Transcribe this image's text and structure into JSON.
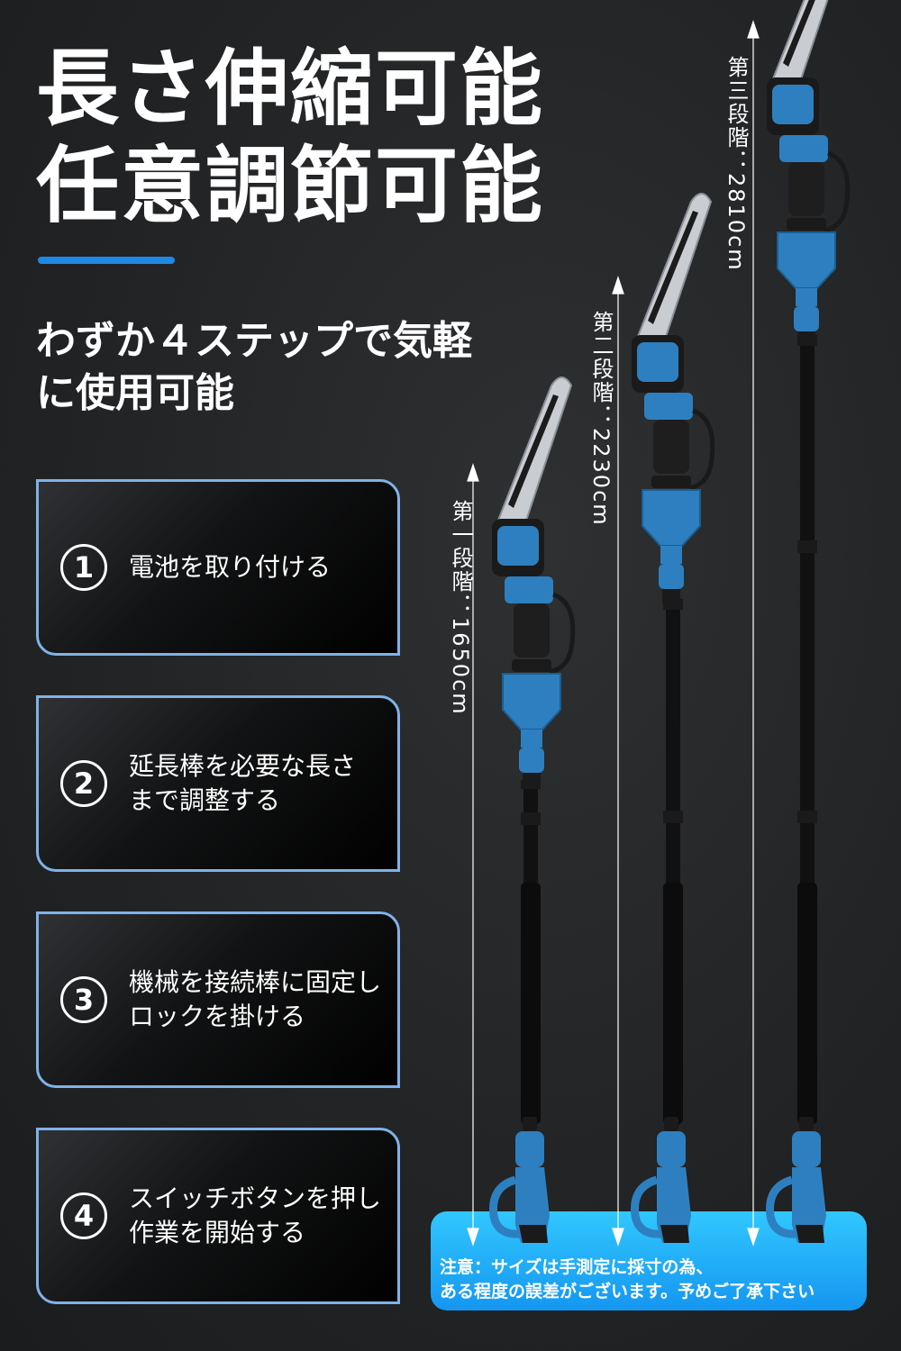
{
  "title": {
    "line1": "長さ伸縮可能",
    "line2": "任意調節可能"
  },
  "subtitle": {
    "line1": "わずか４ステップで気軽",
    "line2": "に使用可能"
  },
  "steps": [
    {
      "num": "1",
      "line1": "電池を取り付ける",
      "line2": ""
    },
    {
      "num": "2",
      "line1": "延長棒を必要な長さ",
      "line2": "まで調整する"
    },
    {
      "num": "3",
      "line1": "機械を接続棒に固定し",
      "line2": "ロックを掛ける"
    },
    {
      "num": "4",
      "line1": "スイッチボタンを押し",
      "line2": "作業を開始する"
    }
  ],
  "dimensions": [
    {
      "label": "第一段階：1650cm"
    },
    {
      "label": "第二段階：2230cm"
    },
    {
      "label": "第三段階：2810cm"
    }
  ],
  "note": {
    "line1": "注意：サイズは手測定に採寸の為、",
    "line2": "ある程度の誤差がございます。予めご了承下さい"
  },
  "colors": {
    "accent": "#1e88e5",
    "tool_blue": "#2e7fbf",
    "note_bg": "#1aa8f5",
    "step_border": "#7fb2e8"
  },
  "icons": {
    "chainsaw": "pole-chainsaw-illustration",
    "arrow": "vertical-dimension-arrow"
  }
}
